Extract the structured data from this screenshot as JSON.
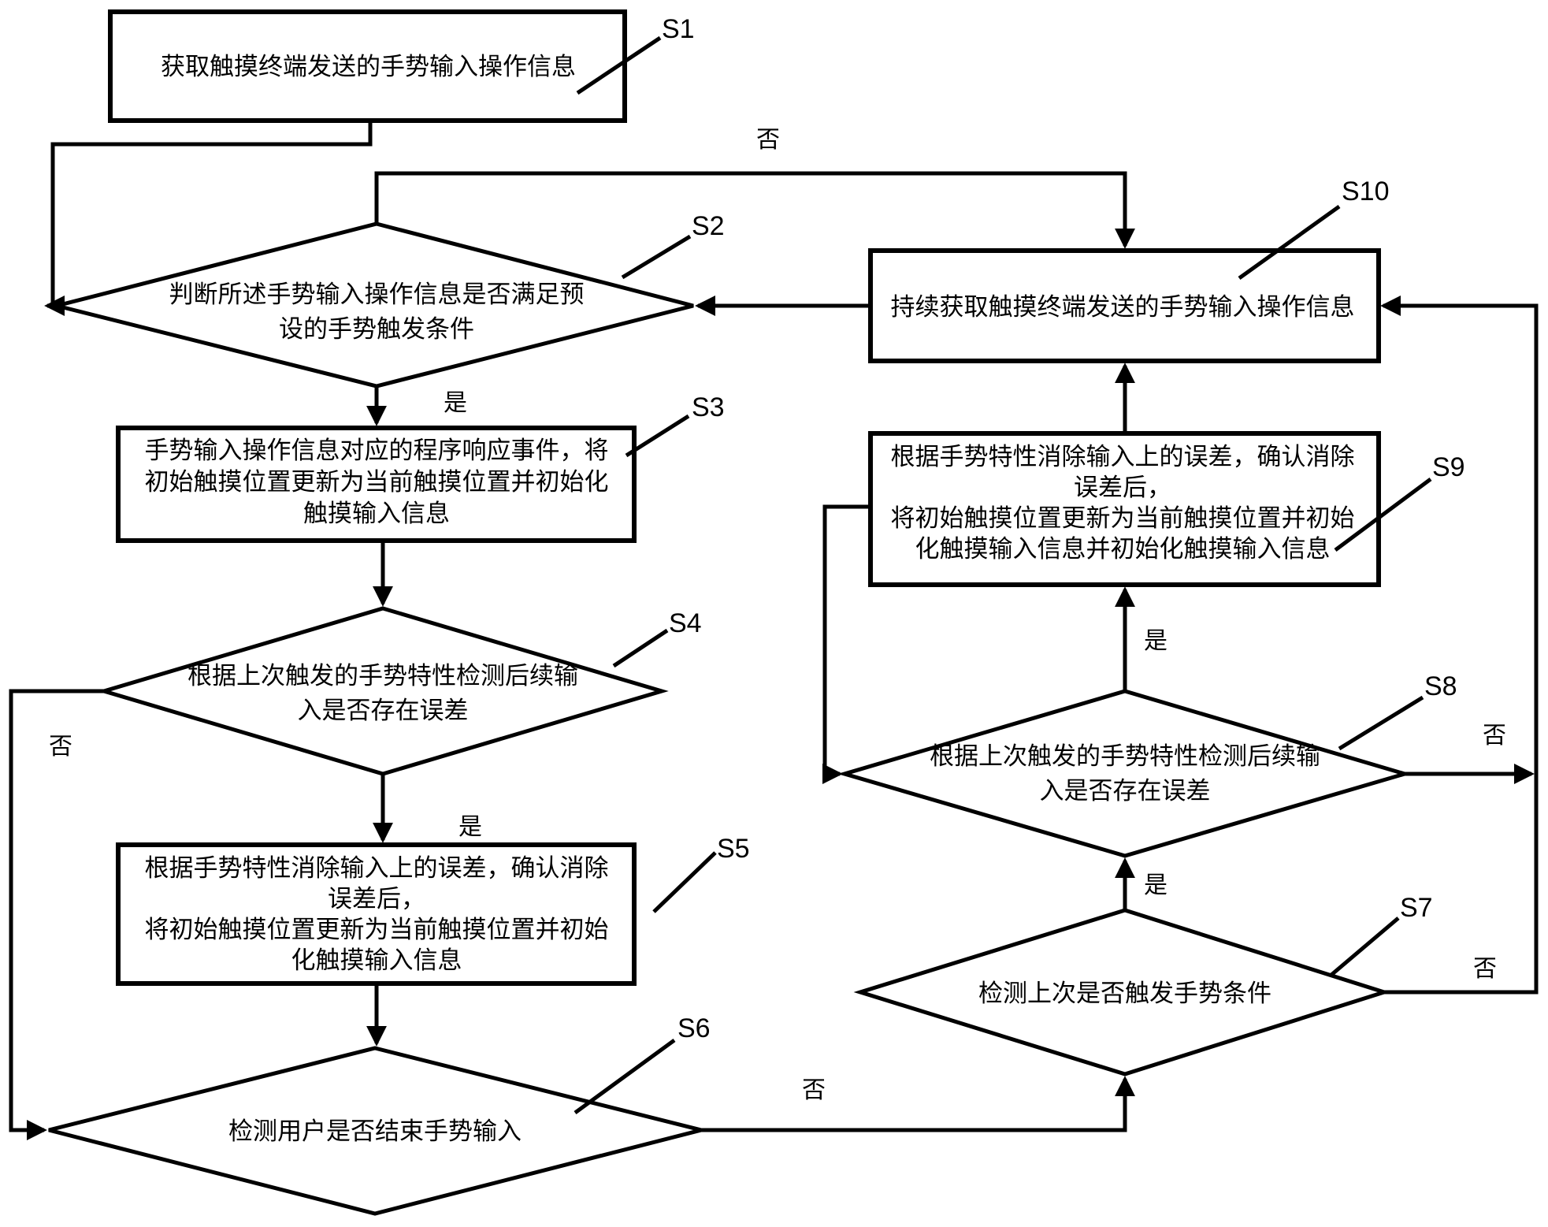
{
  "figure": {
    "type": "flowchart",
    "colors": {
      "line": "#000000",
      "background": "#ffffff",
      "text": "#000000"
    },
    "edge_labels": {
      "yes": "是",
      "no": "否"
    },
    "nodes": {
      "s1": {
        "id": "S1",
        "shape": "process",
        "lines": [
          "获取触摸终端发送的手势输入操作信息"
        ]
      },
      "s2": {
        "id": "S2",
        "shape": "decision",
        "lines": [
          "判断所述手势输入操作信息是否满足预",
          "设的手势触发条件"
        ]
      },
      "s3": {
        "id": "S3",
        "shape": "process",
        "lines": [
          "手势输入操作信息对应的程序响应事件，将",
          "初始触摸位置更新为当前触摸位置并初始化",
          "触摸输入信息"
        ]
      },
      "s4": {
        "id": "S4",
        "shape": "decision",
        "lines": [
          "根据上次触发的手势特性检测后续输",
          "入是否存在误差"
        ]
      },
      "s5": {
        "id": "S5",
        "shape": "process",
        "lines": [
          "根据手势特性消除输入上的误差，确认消除",
          "误差后，",
          "将初始触摸位置更新为当前触摸位置并初始",
          "化触摸输入信息"
        ]
      },
      "s6": {
        "id": "S6",
        "shape": "decision",
        "lines": [
          "检测用户是否结束手势输入"
        ]
      },
      "s7": {
        "id": "S7",
        "shape": "decision",
        "lines": [
          "检测上次是否触发手势条件"
        ]
      },
      "s8": {
        "id": "S8",
        "shape": "decision",
        "lines": [
          "根据上次触发的手势特性检测后续输",
          "入是否存在误差"
        ]
      },
      "s9": {
        "id": "S9",
        "shape": "process",
        "lines": [
          "根据手势特性消除输入上的误差，确认消除",
          "误差后，",
          "将初始触摸位置更新为当前触摸位置并初始",
          "化触摸输入信息并初始化触摸输入信息"
        ]
      },
      "s10": {
        "id": "S10",
        "shape": "process",
        "lines": [
          "持续获取触摸终端发送的手势输入操作信息"
        ]
      }
    },
    "edges": [
      {
        "from": "S1",
        "to": "S2",
        "label": ""
      },
      {
        "from": "S2",
        "to": "S3",
        "label": "是"
      },
      {
        "from": "S2",
        "to": "S10",
        "label": "否"
      },
      {
        "from": "S3",
        "to": "S4",
        "label": ""
      },
      {
        "from": "S4",
        "to": "S5",
        "label": "是"
      },
      {
        "from": "S4",
        "to": "S6",
        "label": "否"
      },
      {
        "from": "S5",
        "to": "S6",
        "label": ""
      },
      {
        "from": "S6",
        "to": "S7",
        "label": "否"
      },
      {
        "from": "S7",
        "to": "S8",
        "label": "是"
      },
      {
        "from": "S7",
        "to": "S10",
        "label": "否"
      },
      {
        "from": "S8",
        "to": "S9",
        "label": "是"
      },
      {
        "from": "S8",
        "to": "S10",
        "label": "否"
      },
      {
        "from": "S9",
        "to": "S10",
        "label": ""
      },
      {
        "from": "S9",
        "to": "S8",
        "label": ""
      },
      {
        "from": "S10",
        "to": "S2",
        "label": ""
      }
    ]
  }
}
